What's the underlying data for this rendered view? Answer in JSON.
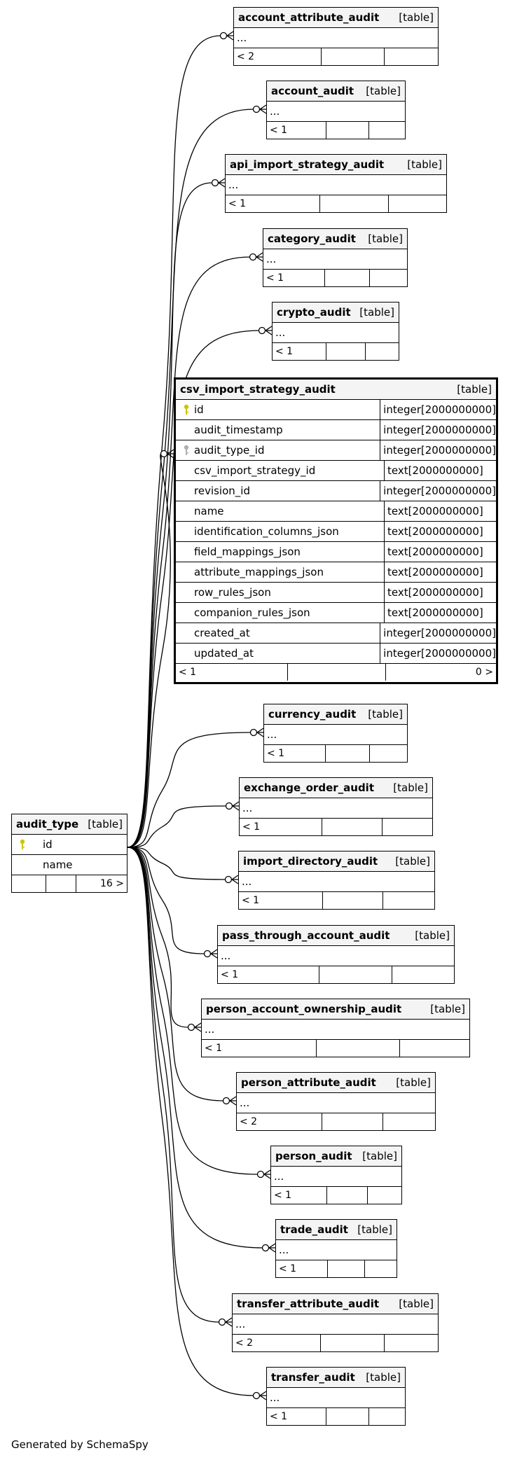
{
  "footer_text": "Generated by SchemaSpy",
  "colors": {
    "primary_key": "#ccc600",
    "foreign_key": "#b0b0b0",
    "header_bg": "#f4f4f4",
    "line": "#000000"
  },
  "focus_table": {
    "name": "csv_import_strategy_audit",
    "kind": "[table]",
    "columns": [
      {
        "name": "id",
        "type": "integer[2000000000]",
        "key": "primary"
      },
      {
        "name": "audit_timestamp",
        "type": "integer[2000000000]",
        "key": ""
      },
      {
        "name": "audit_type_id",
        "type": "integer[2000000000]",
        "key": "foreign"
      },
      {
        "name": "csv_import_strategy_id",
        "type": "text[2000000000]",
        "key": ""
      },
      {
        "name": "revision_id",
        "type": "integer[2000000000]",
        "key": ""
      },
      {
        "name": "name",
        "type": "text[2000000000]",
        "key": ""
      },
      {
        "name": "identification_columns_json",
        "type": "text[2000000000]",
        "key": ""
      },
      {
        "name": "field_mappings_json",
        "type": "text[2000000000]",
        "key": ""
      },
      {
        "name": "attribute_mappings_json",
        "type": "text[2000000000]",
        "key": ""
      },
      {
        "name": "row_rules_json",
        "type": "text[2000000000]",
        "key": ""
      },
      {
        "name": "companion_rules_json",
        "type": "text[2000000000]",
        "key": ""
      },
      {
        "name": "created_at",
        "type": "integer[2000000000]",
        "key": ""
      },
      {
        "name": "updated_at",
        "type": "integer[2000000000]",
        "key": ""
      }
    ],
    "parents": "< 1",
    "children": "0 >"
  },
  "audit_type": {
    "name": "audit_type",
    "kind": "[table]",
    "columns": [
      {
        "name": "id",
        "key": "primary"
      },
      {
        "name": "name",
        "key": ""
      }
    ],
    "parents": "",
    "children": "16 >"
  },
  "child_tables": [
    {
      "name": "account_attribute_audit",
      "kind": "[table]",
      "cols": "...",
      "parents": "< 2"
    },
    {
      "name": "account_audit",
      "kind": "[table]",
      "cols": "...",
      "parents": "< 1"
    },
    {
      "name": "api_import_strategy_audit",
      "kind": "[table]",
      "cols": "...",
      "parents": "< 1"
    },
    {
      "name": "category_audit",
      "kind": "[table]",
      "cols": "...",
      "parents": "< 1"
    },
    {
      "name": "crypto_audit",
      "kind": "[table]",
      "cols": "...",
      "parents": "< 1"
    },
    {
      "name": "currency_audit",
      "kind": "[table]",
      "cols": "...",
      "parents": "< 1"
    },
    {
      "name": "exchange_order_audit",
      "kind": "[table]",
      "cols": "...",
      "parents": "< 1"
    },
    {
      "name": "import_directory_audit",
      "kind": "[table]",
      "cols": "...",
      "parents": "< 1"
    },
    {
      "name": "pass_through_account_audit",
      "kind": "[table]",
      "cols": "...",
      "parents": "< 1"
    },
    {
      "name": "person_account_ownership_audit",
      "kind": "[table]",
      "cols": "...",
      "parents": "< 1"
    },
    {
      "name": "person_attribute_audit",
      "kind": "[table]",
      "cols": "...",
      "parents": "< 2"
    },
    {
      "name": "person_audit",
      "kind": "[table]",
      "cols": "...",
      "parents": "< 1"
    },
    {
      "name": "trade_audit",
      "kind": "[table]",
      "cols": "...",
      "parents": "< 1"
    },
    {
      "name": "transfer_attribute_audit",
      "kind": "[table]",
      "cols": "...",
      "parents": "< 2"
    },
    {
      "name": "transfer_audit",
      "kind": "[table]",
      "cols": "...",
      "parents": "< 1"
    }
  ]
}
